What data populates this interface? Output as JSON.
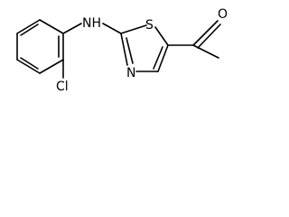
{
  "molecule": {
    "atoms": {
      "nh": "NH",
      "s": "S",
      "n": "N",
      "o": "O",
      "cl": "Cl"
    }
  }
}
